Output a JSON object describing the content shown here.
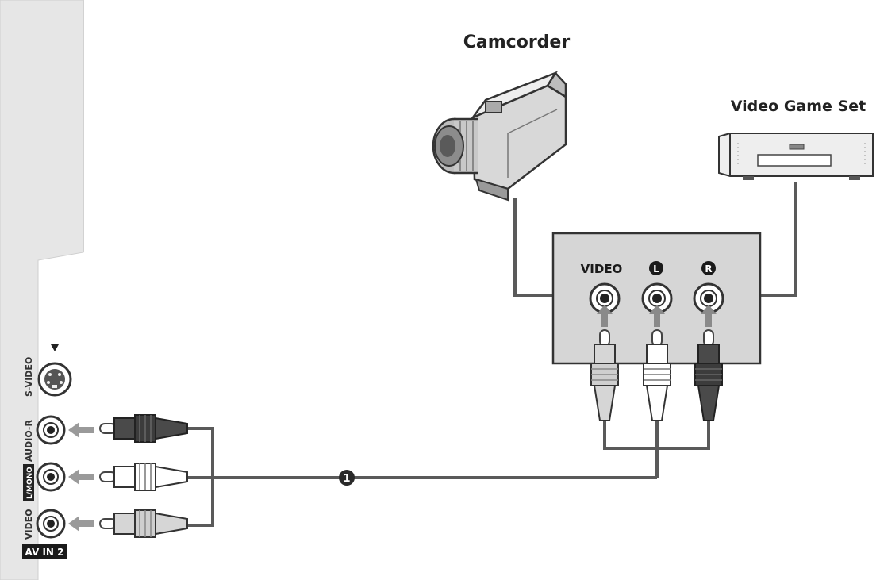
{
  "devices": {
    "camcorder_label": "Camcorder",
    "game_label": "Video Game Set"
  },
  "panel": {
    "video_label": "VIDEO",
    "left_label": "L",
    "right_label": "R"
  },
  "tv_panel": {
    "svideo_label": "S-VIDEO",
    "audio_r_label": "AUDIO-R",
    "audio_l_label": "L/MONO",
    "video_label": "VIDEO",
    "section_label": "AV IN 2"
  },
  "callout": {
    "number": "1"
  },
  "colors": {
    "cable": "#5a5a5a",
    "tv_body": "#e6e6e6",
    "panel_fill": "#d6d6d6",
    "plug_dark": "#3c3c3c",
    "plug_light": "#ffffff",
    "plug_gray": "#d0d0d0",
    "arrow": "#9a9a9a"
  }
}
